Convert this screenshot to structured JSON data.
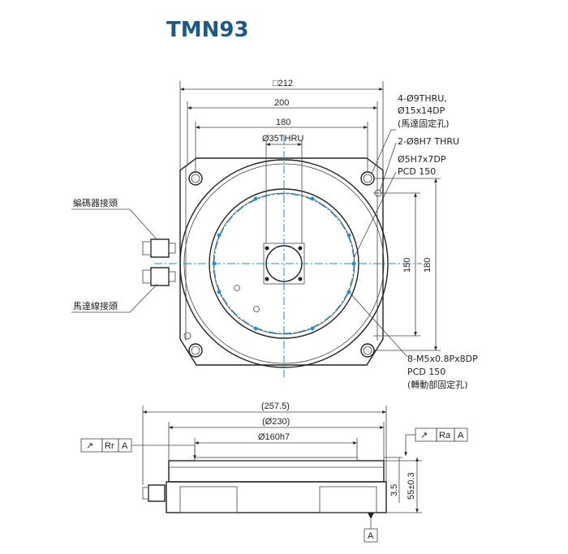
{
  "title": "TMN93",
  "colors": {
    "title": "#1a5a8a",
    "centerline": "#1a8fd6",
    "line": "#222222"
  },
  "top_view": {
    "dims": {
      "square": "□212",
      "w200": "200",
      "w180": "180",
      "thru35": "Ø35THRU",
      "h150": "150",
      "h180": "180"
    },
    "callouts": {
      "motor_holes": [
        "4-Ø9THRU,",
        "Ø15x14DP",
        "(馬達固定孔)"
      ],
      "pin_holes": "2-Ø8H7 THRU",
      "pcd_hole": [
        "Ø5H7x7DP",
        "PCD 150"
      ],
      "mount_holes": [
        "8-M5x0.8Px8DP",
        "PCD 150",
        "(轉動部固定孔)"
      ],
      "encoder": "編碼器接頭",
      "motor_conn": "馬達線接頭"
    }
  },
  "side_view": {
    "dims": {
      "d257": "(257.5)",
      "d230": "(Ø230)",
      "d160": "Ø160h7",
      "h35": "3.5",
      "h55": "55±0.3"
    },
    "gdt_left": {
      "symbol": "↗",
      "label": "Rr",
      "datum": "A"
    },
    "gdt_right": {
      "symbol": "↗",
      "label": "Ra",
      "datum": "A"
    },
    "datum": "A"
  }
}
